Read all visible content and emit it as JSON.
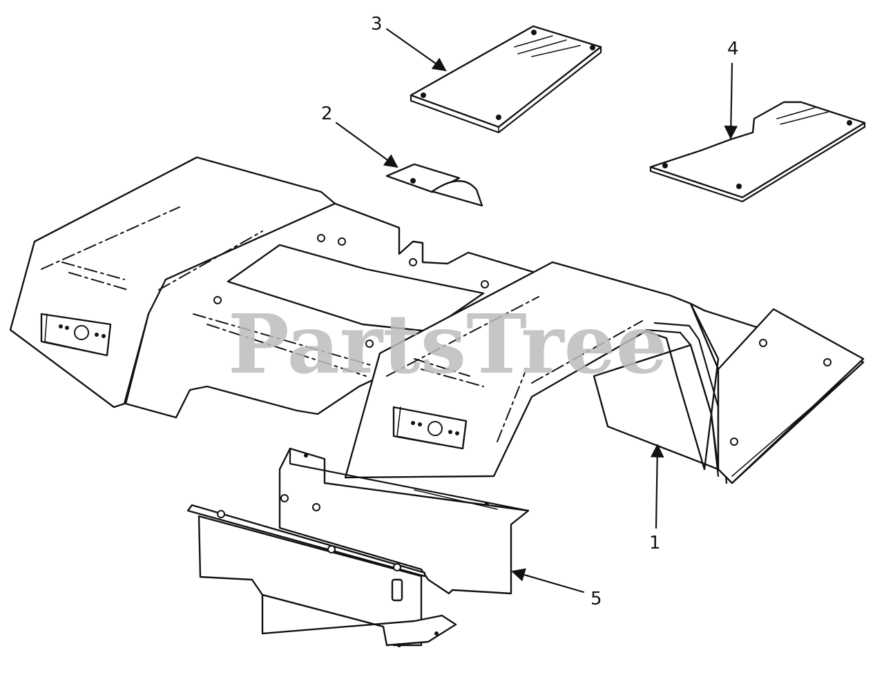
{
  "watermark": "PartsTree",
  "callouts": [
    {
      "id": "1",
      "label": "1"
    },
    {
      "id": "2",
      "label": "2"
    },
    {
      "id": "3",
      "label": "3"
    },
    {
      "id": "4",
      "label": "4"
    },
    {
      "id": "5",
      "label": "5"
    }
  ]
}
